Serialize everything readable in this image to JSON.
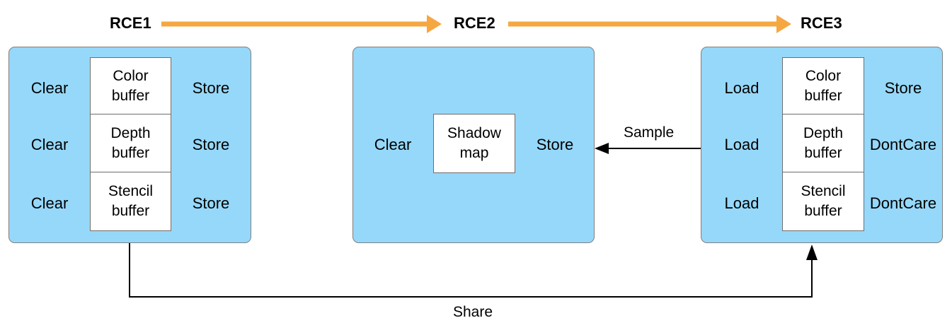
{
  "stages": [
    {
      "title": "RCE1"
    },
    {
      "title": "RCE2"
    },
    {
      "title": "RCE3"
    }
  ],
  "rce1": {
    "rows": [
      {
        "load": "Clear",
        "buffer": [
          "Color",
          "buffer"
        ],
        "store": "Store"
      },
      {
        "load": "Clear",
        "buffer": [
          "Depth",
          "buffer"
        ],
        "store": "Store"
      },
      {
        "load": "Clear",
        "buffer": [
          "Stencil",
          "buffer"
        ],
        "store": "Store"
      }
    ]
  },
  "rce2": {
    "load": "Clear",
    "buffer": [
      "Shadow",
      "map"
    ],
    "store": "Store"
  },
  "rce3": {
    "rows": [
      {
        "load": "Load",
        "buffer": [
          "Color",
          "buffer"
        ],
        "store": "Store"
      },
      {
        "load": "Load",
        "buffer": [
          "Depth",
          "buffer"
        ],
        "store": "DontCare"
      },
      {
        "load": "Load",
        "buffer": [
          "Stencil",
          "buffer"
        ],
        "store": "DontCare"
      }
    ]
  },
  "edges": {
    "sample": "Sample",
    "share": "Share"
  },
  "colors": {
    "panel": "#96d8fa",
    "flow_arrow": "#f5a742",
    "line": "#000000"
  }
}
